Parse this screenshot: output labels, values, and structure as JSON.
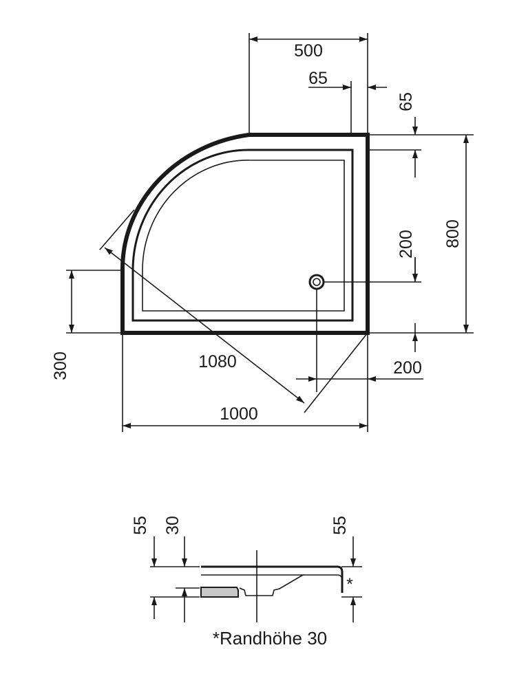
{
  "plan": {
    "dim_width_top": "500",
    "dim_offset_65": "65",
    "dim_offset_65_vertical": "65",
    "dim_height_total": "800",
    "dim_drain_from_bottom": "200",
    "dim_side_300": "300",
    "dim_diagonal": "1080",
    "dim_drain_from_right": "200",
    "dim_width_total": "1000"
  },
  "section": {
    "dim_left_55": "55",
    "dim_left_30": "30",
    "dim_right_55": "55",
    "asterisk": "*",
    "note": "*Randhöhe 30"
  }
}
